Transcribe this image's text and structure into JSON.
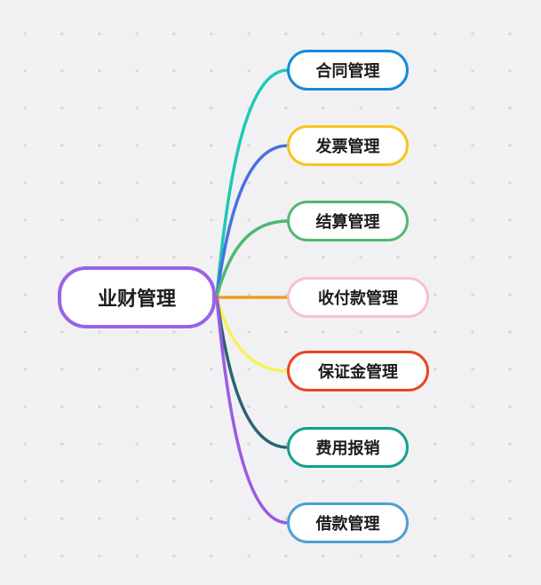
{
  "canvas": {
    "background_color": "#f1f1f3",
    "dot_color": "#d3d3d8"
  },
  "mindmap": {
    "root": {
      "label": "业财管理",
      "border_color": "#9a63e6",
      "fill_color": "#ffffff",
      "text_color": "#1b1b1b"
    },
    "children": [
      {
        "label": "合同管理",
        "border_color": "#1789dc",
        "line_color": "#1ec9b4"
      },
      {
        "label": "发票管理",
        "border_color": "#f6c51e",
        "line_color": "#4a70e0"
      },
      {
        "label": "结算管理",
        "border_color": "#4fb873",
        "line_color": "#4fb873"
      },
      {
        "label": "收付款管理",
        "border_color": "#f4c3cc",
        "line_color": "#f59a23"
      },
      {
        "label": "保证金管理",
        "border_color": "#ec4420",
        "line_color": "#f9f15a"
      },
      {
        "label": "费用报销",
        "border_color": "#13a08f",
        "line_color": "#2b6372"
      },
      {
        "label": "借款管理",
        "border_color": "#4e9fd4",
        "line_color": "#9b5be3"
      }
    ]
  }
}
